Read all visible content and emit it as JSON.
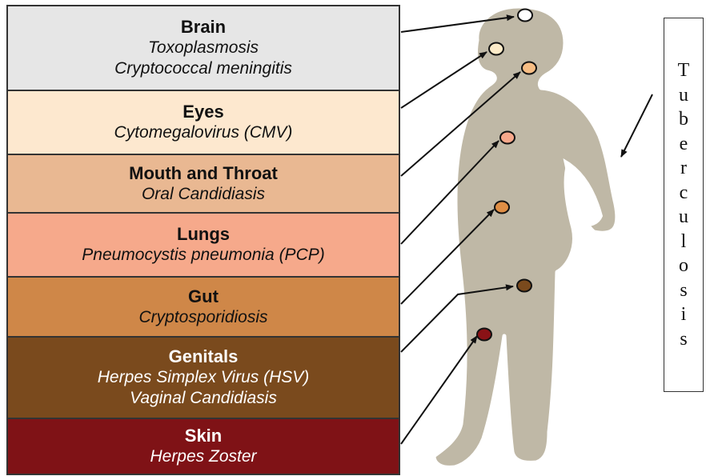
{
  "sites": [
    {
      "name": "Brain",
      "diseases": [
        "Toxoplasmosis",
        "Cryptococcal meningitis"
      ],
      "color": "#e6e6e6"
    },
    {
      "name": "Eyes",
      "diseases": [
        "Cytomegalovirus (CMV)"
      ],
      "color": "#fde8cf"
    },
    {
      "name": "Mouth and Throat",
      "diseases": [
        "Oral Candidiasis"
      ],
      "color": "#e9b892"
    },
    {
      "name": "Lungs",
      "diseases": [
        "Pneumocystis pneumonia (PCP)"
      ],
      "color": "#f6a98b"
    },
    {
      "name": "Gut",
      "diseases": [
        "Cryptosporidiosis"
      ],
      "color": "#cf8748"
    },
    {
      "name": "Genitals",
      "diseases": [
        "Herpes Simplex Virus (HSV)",
        "Vaginal Candidiasis"
      ],
      "color": "#7a4a1d"
    },
    {
      "name": "Skin",
      "diseases": [
        "Herpes Zoster"
      ],
      "color": "#7f1216"
    }
  ],
  "side_label": {
    "text": "Tuberculosis",
    "letters": [
      "T",
      "u",
      "b",
      "e",
      "r",
      "c",
      "u",
      "l",
      "o",
      "s",
      "i",
      "s"
    ]
  },
  "figure_color": "#bfb8a6"
}
